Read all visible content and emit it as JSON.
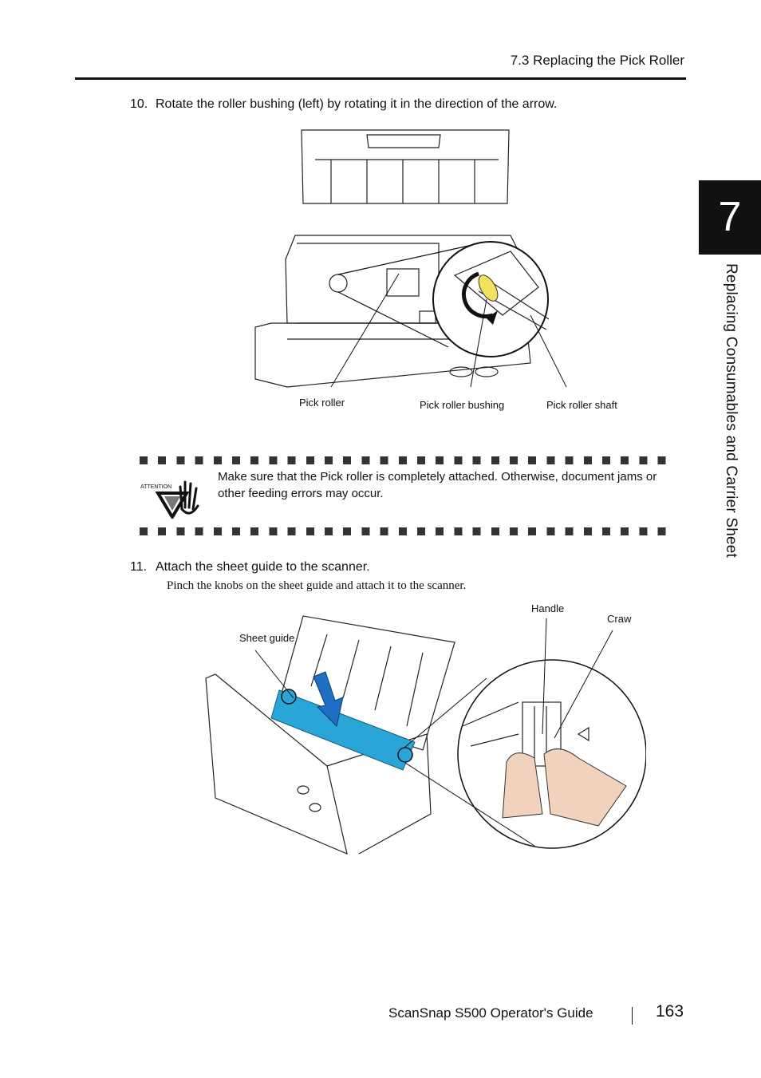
{
  "header": {
    "section_title": "7.3 Replacing the Pick Roller"
  },
  "chapter": {
    "number": "7",
    "side_label": "Replacing Consumables and Carrier Sheet"
  },
  "step10": {
    "number": "10.",
    "text": "Rotate the roller bushing (left) by rotating it in the direction of the arrow.",
    "callouts": {
      "pick_roller": "Pick roller",
      "pick_roller_bushing": "Pick roller bushing",
      "pick_roller_shaft": "Pick roller shaft"
    }
  },
  "attention": {
    "icon_label": "ATTENTION",
    "text": "Make sure that the Pick roller is completely attached. Otherwise, document jams or other feeding errors may occur."
  },
  "step11": {
    "number": "11.",
    "text": "Attach the sheet guide to the scanner.",
    "description": "Pinch the knobs on the sheet guide and attach it to the scanner.",
    "callouts": {
      "handle": "Handle",
      "craw": "Craw",
      "sheet_guide": "Sheet guide"
    }
  },
  "footer": {
    "guide_title": "ScanSnap S500 Operator's Guide",
    "page_number": "163"
  },
  "colors": {
    "sheet_guide_blue": "#2aa5d8",
    "arrow_blue": "#1f6fc4",
    "bushing_yellow": "#f2e15a",
    "skin": "#f1d3bd"
  }
}
